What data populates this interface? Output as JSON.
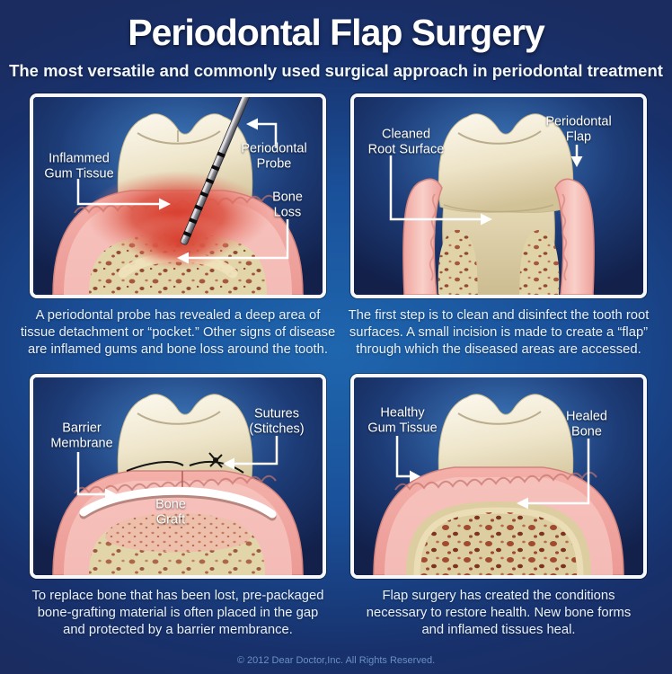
{
  "header": {
    "title": "Periodontal Flap Surgery",
    "subtitle": "The most versatile and commonly used surgical approach in periodontal treatment"
  },
  "panels": [
    {
      "id": "diseased-tooth-with-probe",
      "labels": {
        "inflamed_gum": "Inflammed\nGum Tissue",
        "probe": "Periodontal\nProbe",
        "bone_loss": "Bone\nLoss"
      },
      "caption": "A periodontal probe has revealed a deep area of\ntissue detachment or “pocket.” Other signs of disease\nare inflamed gums and bone loss around the tooth."
    },
    {
      "id": "cleaned-root-with-flap",
      "labels": {
        "cleaned_root": "Cleaned\nRoot Surface",
        "flap": "Periodontal\nFlap"
      },
      "caption": "The first step is to clean and disinfect the tooth root\nsurfaces. A small incision is made to create a “flap”\nthrough which the diseased areas are accessed."
    },
    {
      "id": "bone-graft-with-sutures",
      "labels": {
        "membrane": "Barrier\nMembrane",
        "sutures": "Sutures\n(Stitches)",
        "graft": "Bone\nGraft"
      },
      "caption": "To replace bone that has been lost, pre-packaged\nbone-grafting material is often placed in the gap\nand protected by a barrier membrance."
    },
    {
      "id": "healed-tooth",
      "labels": {
        "healthy_gum": "Healthy\nGum Tissue",
        "healed_bone": "Healed\nBone"
      },
      "caption": "Flap surgery has created the conditions\nnecessary to restore health. New bone forms\nand inflamed tissues heal."
    }
  ],
  "footer": {
    "copyright": "© 2012 Dear Doctor,Inc. All Rights Reserved."
  },
  "colors": {
    "background_corner": "#1b2c60",
    "background_center": "#1e66ae",
    "panel_border": "#f6f8fb",
    "panel_background": "#13204a",
    "panel_glow": "#3f7cc0",
    "gum_pink": "#f2a9a4",
    "inflamed_red": "#d83a2a",
    "bone_tan": "#e2d5a9",
    "bone_speckle": "#a04a30",
    "graft_pink": "#eec0ab",
    "membrane_white": "#ffffff",
    "probe_gray": "#97979f",
    "label_text": "#ffffff",
    "caption_text": "#e9f1fb",
    "footer_text": "#6b90c4"
  }
}
